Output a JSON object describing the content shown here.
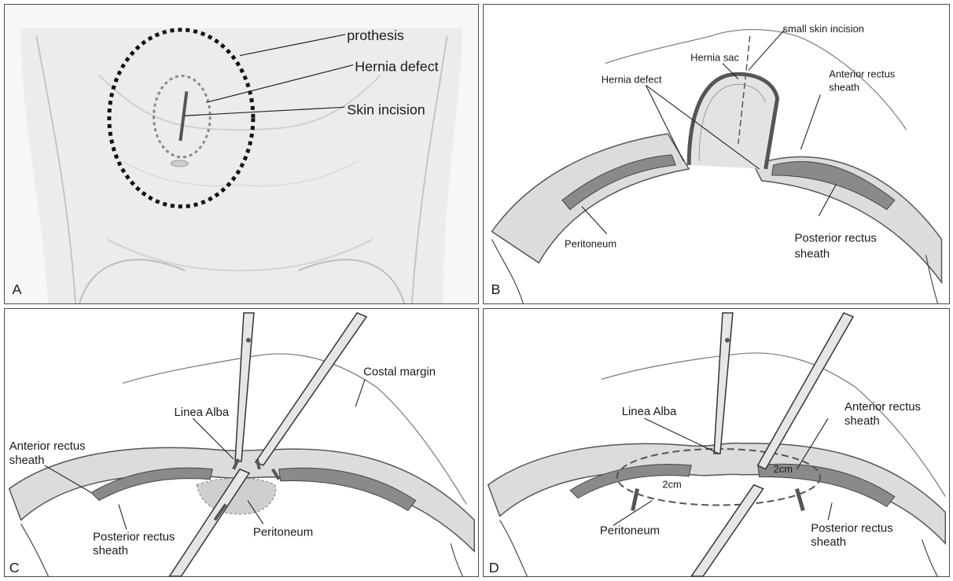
{
  "panels": {
    "a": {
      "letter": "A",
      "labels": {
        "prothesis": "prothesis",
        "hernia_defect": "Hernia defect",
        "skin_incision": "Skin incision"
      }
    },
    "b": {
      "letter": "B",
      "labels": {
        "small_skin_incision": "small skin incision",
        "hernia_sac": "Hernia sac",
        "anterior_line1": "Anterior rectus",
        "anterior_line2": "sheath",
        "hernia_defect": "Hernia defect",
        "peritoneum": "Peritoneum",
        "posterior_line1": "Posterior rectus",
        "posterior_line2": "sheath"
      }
    },
    "c": {
      "letter": "C",
      "labels": {
        "costal_margin": "Costal margin",
        "linea_alba": "Linea Alba",
        "anterior_line1": "Anterior rectus",
        "anterior_line2": "sheath",
        "posterior_line1": "Posterior rectus",
        "posterior_line2": "sheath",
        "peritoneum": "Peritoneum"
      }
    },
    "d": {
      "letter": "D",
      "labels": {
        "linea_alba": "Linea Alba",
        "anterior_line1": "Anterior rectus",
        "anterior_line2": "sheath",
        "measure_left": "2cm",
        "measure_right": "2cm",
        "peritoneum": "Peritoneum",
        "posterior_line1": "Posterior rectus",
        "posterior_line2": "sheath"
      }
    }
  }
}
